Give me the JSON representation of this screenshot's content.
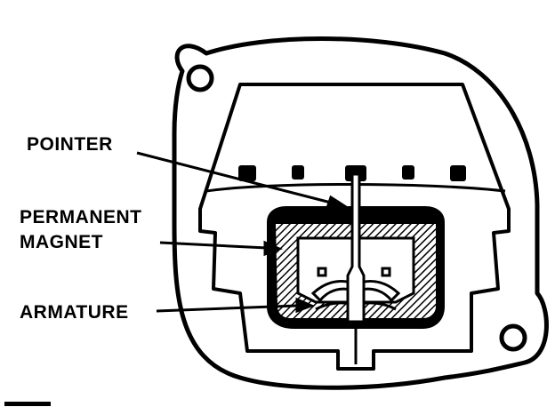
{
  "labels": {
    "pointer": "POINTER",
    "permanent_magnet_line1": "PERMANENT",
    "permanent_magnet_line2": "MAGNET",
    "armature": "ARMATURE"
  },
  "colors": {
    "ink": "#000000",
    "paper": "#ffffff"
  }
}
